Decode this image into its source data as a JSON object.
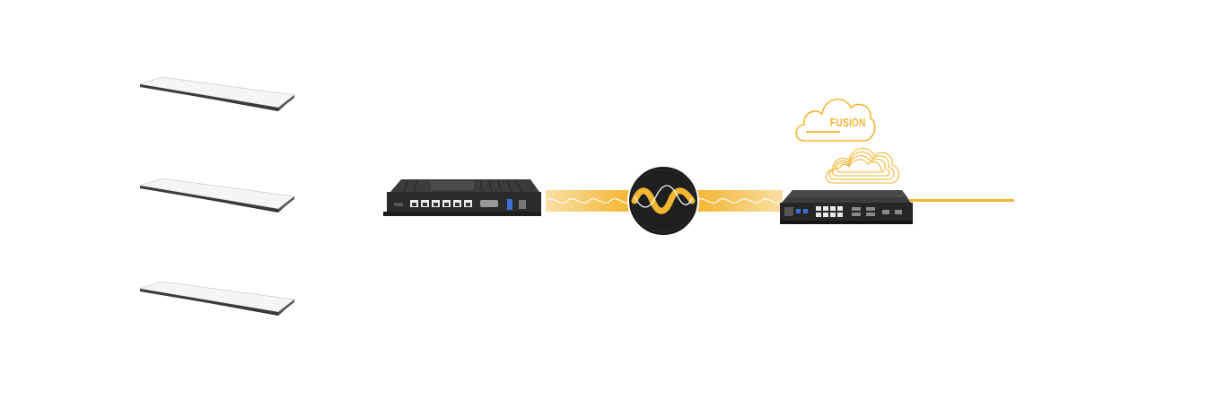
{
  "diagram": {
    "cloud_label": "FUSION",
    "colors": {
      "accent": "#f2b632",
      "device_dark": "#2b2b2b",
      "panel_white": "#f4f4f4"
    },
    "nodes": [
      {
        "name": "flat-panel-antenna-1",
        "icon": "flat-panel-antenna-icon"
      },
      {
        "name": "flat-panel-antenna-2",
        "icon": "flat-panel-antenna-icon"
      },
      {
        "name": "flat-panel-antenna-3",
        "icon": "flat-panel-antenna-icon"
      },
      {
        "name": "edge-router",
        "icon": "edge-router-icon"
      },
      {
        "name": "wave-bonding-hub",
        "icon": "wave-circle-icon"
      },
      {
        "name": "rack-server",
        "icon": "rack-server-icon"
      },
      {
        "name": "fusion-cloud",
        "icon": "cloud-icon"
      },
      {
        "name": "secondary-cloud",
        "icon": "cloud-icon"
      }
    ]
  }
}
